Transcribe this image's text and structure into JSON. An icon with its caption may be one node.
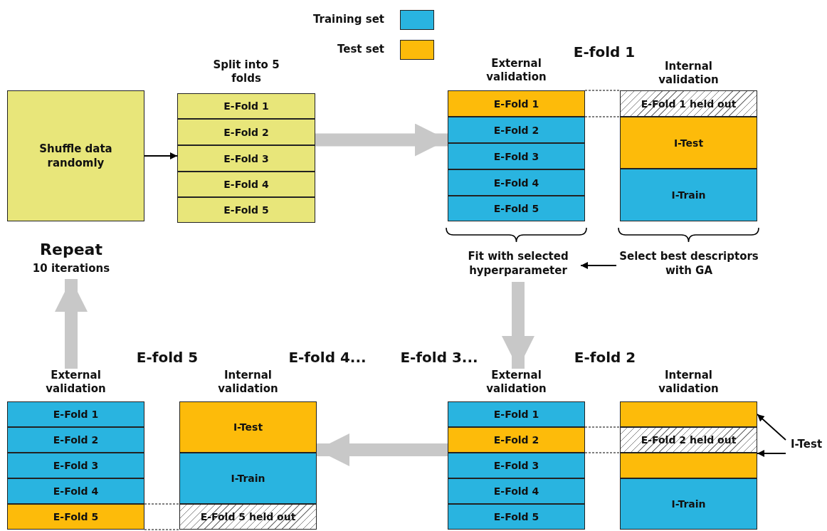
{
  "diagram": {
    "nodes": [
      {
        "text": [
          "Shuffle data randomly"
        ]
      },
      {
        "text": [
          "Split into 5 folds"
        ]
      },
      {
        "text": [
          "E-Fold 1"
        ],
        "in": 1
      },
      {
        "text": [
          "E-Fold 2"
        ],
        "in": 1
      },
      {
        "text": [
          "E-Fold 3"
        ],
        "in": 1
      },
      {
        "text": [
          "E-Fold 4"
        ],
        "in": 1
      },
      {
        "text": [
          "E-Fold 5"
        ],
        "in": 1
      },
      {
        "text": [
          "External validation"
        ]
      },
      {
        "text": [
          "E-Fold 1"
        ],
        "in": 7
      },
      {
        "text": [
          "E-Fold 2"
        ],
        "in": 7
      },
      {
        "text": [
          "E-Fold 3"
        ],
        "in": 7
      },
      {
        "text": [
          "E-Fold 4"
        ],
        "in": 7
      },
      {
        "text": [
          "E-Fold 5"
        ],
        "in": 7
      },
      {
        "text": [
          "Internal validation"
        ]
      },
      {
        "text": [
          "E-Fold 1 held out"
        ],
        "in": 13
      },
      {
        "text": [
          "I-Test"
        ],
        "in": 13
      },
      {
        "text": [
          "I-Train"
        ],
        "in": 13
      },
      {
        "text": [
          "Fit with selected hyperparameter"
        ]
      },
      {
        "text": [
          "Select best descriptors with GA"
        ]
      },
      {
        "text": [
          "Repeat",
          "10 iterations"
        ]
      },
      {
        "text": [
          "External validation"
        ]
      },
      {
        "text": [
          "E-Fold 1"
        ],
        "in": 20
      },
      {
        "text": [
          "E-Fold 2"
        ],
        "in": 20
      },
      {
        "text": [
          "E-Fold 3"
        ],
        "in": 20
      },
      {
        "text": [
          "E-Fold 4"
        ],
        "in": 20
      },
      {
        "text": [
          "E-Fold 5"
        ],
        "in": 20
      },
      {
        "text": [
          "Internal validation"
        ]
      },
      {
        "text": [
          "I-Test"
        ],
        "in": 26
      },
      {
        "text": [
          "I-Train"
        ],
        "in": 26
      },
      {
        "text": [
          "E-Fold 5 held out"
        ],
        "in": 26
      },
      {
        "text": [
          "External validation"
        ]
      },
      {
        "text": [
          "E-Fold 1"
        ],
        "in": 30
      },
      {
        "text": [
          "E-Fold 2"
        ],
        "in": 30
      },
      {
        "text": [
          "E-Fold 3"
        ],
        "in": 30
      },
      {
        "text": [
          "E-Fold 4"
        ],
        "in": 30
      },
      {
        "text": [
          "E-Fold 5"
        ],
        "in": 30
      },
      {
        "text": [
          "Internal validation"
        ]
      },
      {
        "text": [],
        "shape": "box",
        "in": 36
      },
      {
        "text": [
          "E-Fold 2 held out"
        ],
        "in": 36
      },
      {
        "text": [],
        "shape": "box",
        "in": 36
      },
      {
        "text": [
          "I-Train"
        ],
        "in": 36
      },
      {
        "text": [
          "I-Test"
        ]
      }
    ],
    "edges": [
      {
        "from": 0,
        "to": 1,
        "arrow": "to"
      },
      {
        "from": 1,
        "to": 7,
        "arrow": "to",
        "style": "thick",
        "color": "#c8c8c8"
      },
      {
        "from": 8,
        "to": 14,
        "arrow": "none",
        "style": "dashed"
      },
      {
        "from": 18,
        "to": 17,
        "arrow": "to"
      },
      {
        "from": 17,
        "to": 30,
        "arrow": "to",
        "style": "thick",
        "color": "#c8c8c8"
      },
      {
        "from": 32,
        "to": 38,
        "arrow": "none",
        "style": "dashed"
      },
      {
        "from": 41,
        "to": 37,
        "arrow": "to"
      },
      {
        "from": 41,
        "to": 39,
        "arrow": "to"
      },
      {
        "from": 30,
        "to": 26,
        "arrow": "to",
        "style": "thick",
        "color": "#c8c8c8"
      },
      {
        "from": 25,
        "to": 29,
        "arrow": "none",
        "style": "dashed"
      },
      {
        "from": 20,
        "to": 19,
        "arrow": "to",
        "style": "thick",
        "color": "#c8c8c8"
      }
    ],
    "labels": [
      "E-fold 1",
      "E-fold 5",
      "E-fold 4...",
      "E-fold 3...",
      "E-fold 2"
    ],
    "legend": [
      {
        "text": "Training set",
        "color": "#29b4e0"
      },
      {
        "text": "Test set",
        "color": "#fdbb0a"
      }
    ]
  }
}
